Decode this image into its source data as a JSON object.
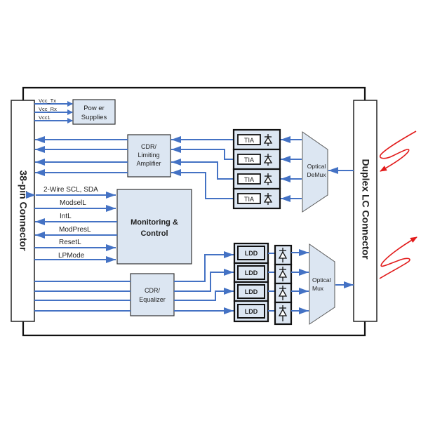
{
  "colors": {
    "wire": "#4472c4",
    "block_fill": "#dce6f2",
    "optical_signal": "#e21b1b",
    "outline": "#222222"
  },
  "left_connector": {
    "label": "38-pin Connector"
  },
  "right_connector": {
    "label": "Duplex LC Connector"
  },
  "power": {
    "label_line1": "Pow er",
    "label_line2": "Supplies",
    "inputs": [
      "Vcc_Tx",
      "Vcc_Rx",
      "Vcc1"
    ]
  },
  "rx_cdr": {
    "label_line1": "CDR/",
    "label_line2": "Limiting",
    "label_line3": "Amplifier"
  },
  "tx_cdr": {
    "label_line1": "CDR/",
    "label_line2": "Equalizer"
  },
  "monitor": {
    "label_line1": "Monitoring &",
    "label_line2": "Control",
    "signals": [
      {
        "name": "2-Wire SCL, SDA",
        "direction": "bidirectional"
      },
      {
        "name": "ModselL",
        "direction": "in"
      },
      {
        "name": "IntL",
        "direction": "out"
      },
      {
        "name": "ModPresL",
        "direction": "out"
      },
      {
        "name": "ResetL",
        "direction": "in"
      },
      {
        "name": "LPMode",
        "direction": "in"
      }
    ]
  },
  "receiver": {
    "channels": [
      "TIA",
      "TIA",
      "TIA",
      "TIA"
    ],
    "demux_line1": "Optical",
    "demux_line2": "DeMux"
  },
  "transmitter": {
    "channels": [
      "LDD",
      "LDD",
      "LDD",
      "LDD"
    ],
    "mux_line1": "Optical",
    "mux_line2": "Mux"
  }
}
